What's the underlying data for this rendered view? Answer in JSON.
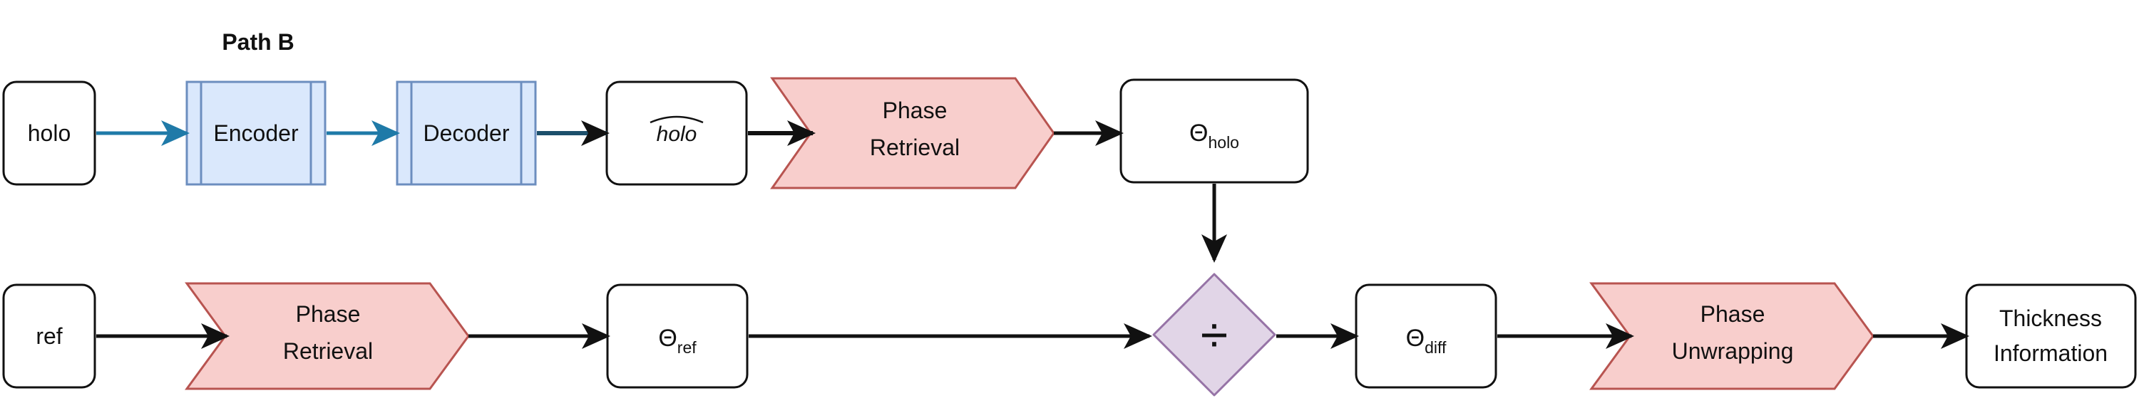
{
  "title": "Path B",
  "colors": {
    "node_fill": "#ffffff",
    "node_stroke": "#111111",
    "codec_fill": "#dae8fc",
    "codec_stroke": "#6c8ebf",
    "process_fill": "#f8cecc",
    "process_stroke": "#b85450",
    "divide_fill": "#e1d5e7",
    "divide_stroke": "#9673a6",
    "arrow_black": "#111111",
    "arrow_blue": "#1f7aa8"
  },
  "nodes": {
    "holo": "holo",
    "encoder": "Encoder",
    "decoder": "Decoder",
    "holo_hat": "holo",
    "phase_retrieval_top": [
      "Phase",
      "Retrieval"
    ],
    "theta_holo": {
      "symbol": "Θ",
      "sub": "holo"
    },
    "ref": "ref",
    "phase_retrieval_bottom": [
      "Phase",
      "Retrieval"
    ],
    "theta_ref": {
      "symbol": "Θ",
      "sub": "ref"
    },
    "divide": "÷",
    "theta_diff": {
      "symbol": "Θ",
      "sub": "diff"
    },
    "phase_unwrapping": [
      "Phase",
      "Unwrapping"
    ],
    "thickness": [
      "Thickness",
      "Information"
    ]
  }
}
